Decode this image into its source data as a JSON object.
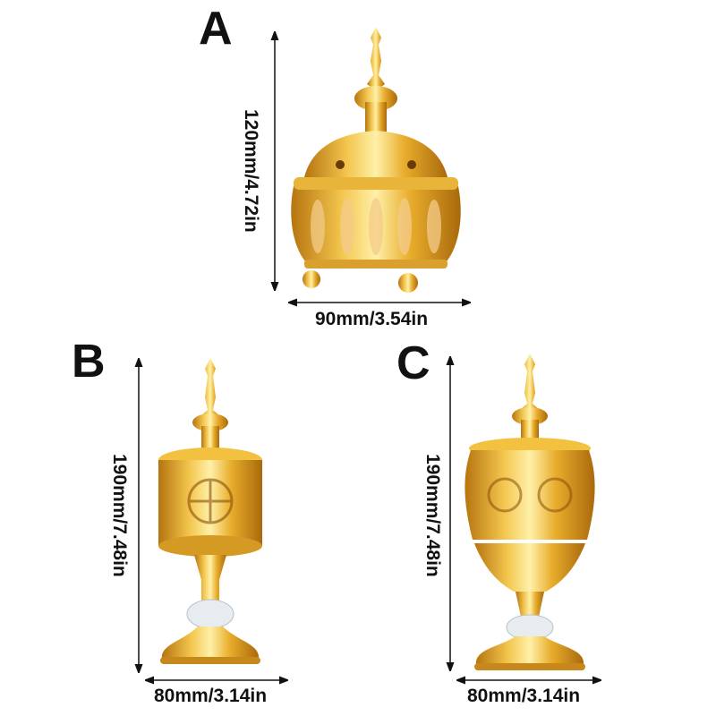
{
  "products": [
    {
      "label": "A",
      "height": "120mm/4.72in",
      "width": "90mm/3.54in",
      "description": "gold burner with lattice bowl, dome lid with finial, three ball feet"
    },
    {
      "label": "B",
      "height": "190mm/7.48in",
      "width": "80mm/3.14in",
      "description": "gold cylindrical pierced burner on stem with crystal bead and scalloped base"
    },
    {
      "label": "C",
      "height": "190mm/7.48in",
      "width": "80mm/3.14in",
      "description": "gold rounded pierced bowl burner on stem with crystal bead and scalloped base"
    }
  ],
  "colors": {
    "gold_light": "#f7d36b",
    "gold": "#e2a526",
    "gold_dark": "#b6740f",
    "text": "#111111"
  }
}
